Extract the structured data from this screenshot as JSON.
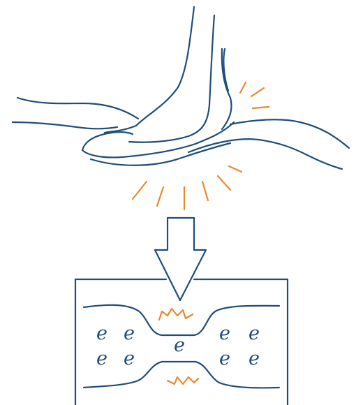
{
  "colors": {
    "ink": "#1f4e79",
    "spark": "#e8892b",
    "background": "#ffffff"
  },
  "scene": {
    "top": "foot-stepping-on-fabric-with-pressure-lines",
    "arrow": "down-arrow",
    "bottom": "zoomed-cross-section-of-compressed-material"
  },
  "labels": {
    "electron": "e"
  }
}
